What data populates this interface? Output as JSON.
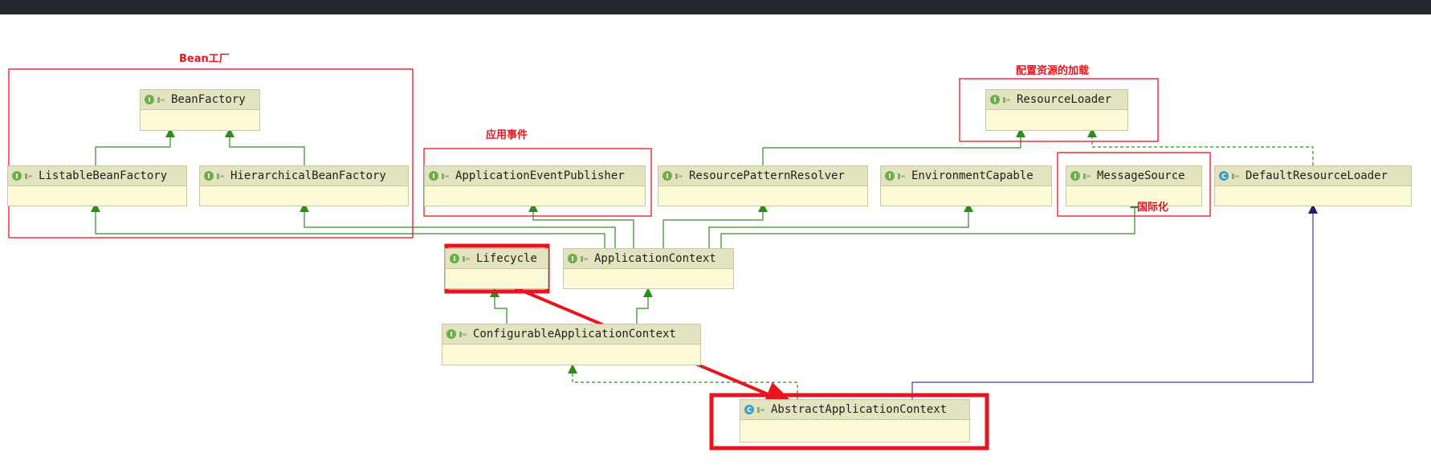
{
  "diagram": {
    "nodes": {
      "bean_factory": {
        "name": "BeanFactory",
        "kind": "interface"
      },
      "listable_bean_factory": {
        "name": "ListableBeanFactory",
        "kind": "interface"
      },
      "hierarchical_bean_factory": {
        "name": "HierarchicalBeanFactory",
        "kind": "interface"
      },
      "application_event_publisher": {
        "name": "ApplicationEventPublisher",
        "kind": "interface"
      },
      "resource_loader": {
        "name": "ResourceLoader",
        "kind": "interface"
      },
      "resource_pattern_resolver": {
        "name": "ResourcePatternResolver",
        "kind": "interface"
      },
      "environment_capable": {
        "name": "EnvironmentCapable",
        "kind": "interface"
      },
      "message_source": {
        "name": "MessageSource",
        "kind": "interface"
      },
      "default_resource_loader": {
        "name": "DefaultResourceLoader",
        "kind": "class"
      },
      "lifecycle": {
        "name": "Lifecycle",
        "kind": "interface"
      },
      "application_context": {
        "name": "ApplicationContext",
        "kind": "interface"
      },
      "configurable_application_context": {
        "name": "ConfigurableApplicationContext",
        "kind": "interface"
      },
      "abstract_application_context": {
        "name": "AbstractApplicationContext",
        "kind": "class"
      }
    },
    "badge_letters": {
      "interface": "I",
      "class": "C"
    },
    "annotations": {
      "bean_factory_group": "Bean工厂",
      "application_event_group": "应用事件",
      "resource_loading_group": "配置资源的加载",
      "i18n_group": "国际化"
    },
    "colors": {
      "extends_line": "#2e8b1f",
      "implements_line": "#2e8b1f",
      "class_extends_line": "#3b3aa8",
      "annotation": "#e8141e",
      "topbar": "#23272e"
    }
  }
}
